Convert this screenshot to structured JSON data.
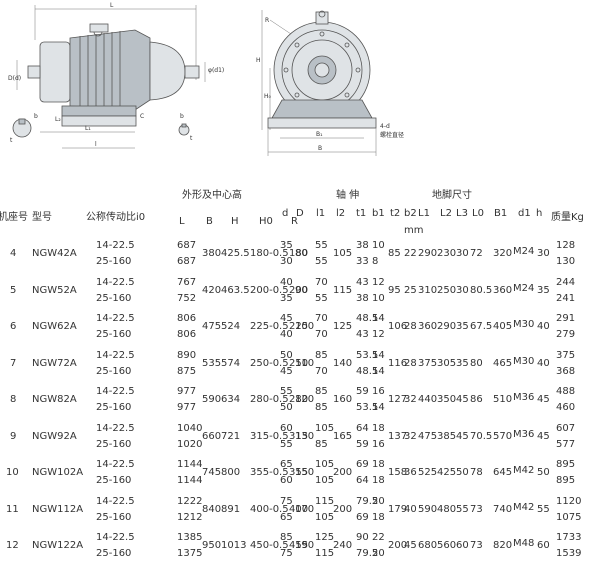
{
  "drawing_labels": {
    "L": "L",
    "L_sub": "L₁",
    "D": "D(d)",
    "phi": "φ(d1)",
    "H": "H",
    "H0": "H₀",
    "R": "R",
    "B": "B",
    "B1": "B₁",
    "four_d": "4-d",
    "bolt": "螺栓直径",
    "b": "b",
    "t": "t",
    "L2": "L₂",
    "L3": "L₃",
    "C": "C",
    "l": "l"
  },
  "table": {
    "group_headers": {
      "outline": "外形及中心高",
      "shaft": "轴 伸",
      "foot": "地脚尺寸",
      "unit": "mm"
    },
    "columns": [
      "机座号",
      "型号",
      "公称传动比i0",
      "L",
      "B",
      "H",
      "H0",
      "R",
      "d",
      "D",
      "l1",
      "l2",
      "t1",
      "b1",
      "t2",
      "b2",
      "L1",
      "L2",
      "L3",
      "L0",
      "B1",
      "d1",
      "h",
      "质量Kg"
    ],
    "rows": [
      {
        "frame": "4",
        "model": "NGW42A",
        "ratio": [
          "14-22.5",
          "25-160"
        ],
        "L": [
          "687",
          "687"
        ],
        "B": "380",
        "H": "425.5",
        "H0": "180-0.5",
        "R": "180",
        "d": [
          "35",
          "30"
        ],
        "D": "80",
        "l1": [
          "55",
          "55"
        ],
        "l2": "105",
        "t1": [
          "38",
          "33"
        ],
        "b1": [
          "10",
          "8"
        ],
        "t2": "85",
        "b2": "22",
        "L1": "290",
        "L2": "230",
        "L3": "30",
        "L0": "72",
        "B1": "320",
        "d1": "M24",
        "h": "30",
        "mass": [
          "128",
          "130"
        ]
      },
      {
        "frame": "5",
        "model": "NGW52A",
        "ratio": [
          "14-22.5",
          "25-160"
        ],
        "L": [
          "767",
          "752"
        ],
        "B": "420",
        "H": "463.5",
        "H0": "200-0.5",
        "R": "200",
        "d": [
          "40",
          "35"
        ],
        "D": "90",
        "l1": [
          "70",
          "55"
        ],
        "l2": "115",
        "t1": [
          "43",
          "38"
        ],
        "b1": [
          "12",
          "10"
        ],
        "t2": "95",
        "b2": "25",
        "L1": "310",
        "L2": "250",
        "L3": "30",
        "L0": "80.5",
        "B1": "360",
        "d1": "M24",
        "h": "35",
        "mass": [
          "244",
          "241"
        ]
      },
      {
        "frame": "6",
        "model": "NGW62A",
        "ratio": [
          "14-22.5",
          "25-160"
        ],
        "L": [
          "806",
          "806"
        ],
        "B": "475",
        "H": "524",
        "H0": "225-0.5",
        "R": "225",
        "d": [
          "45",
          "40"
        ],
        "D": "100",
        "l1": [
          "70",
          "70"
        ],
        "l2": "125",
        "t1": [
          "48.5",
          "43"
        ],
        "b1": [
          "14",
          "12"
        ],
        "t2": "106",
        "b2": "28",
        "L1": "360",
        "L2": "290",
        "L3": "35",
        "L0": "67.5",
        "B1": "405",
        "d1": "M30",
        "h": "40",
        "mass": [
          "291",
          "279"
        ]
      },
      {
        "frame": "7",
        "model": "NGW72A",
        "ratio": [
          "14-22.5",
          "25-160"
        ],
        "L": [
          "890",
          "875"
        ],
        "B": "535",
        "H": "574",
        "H0": "250-0.5",
        "R": "250",
        "d": [
          "50",
          "45"
        ],
        "D": "110",
        "l1": [
          "85",
          "70"
        ],
        "l2": "140",
        "t1": [
          "53.5",
          "48.5"
        ],
        "b1": [
          "14",
          "14"
        ],
        "t2": "116",
        "b2": "28",
        "L1": "375",
        "L2": "305",
        "L3": "35",
        "L0": "80",
        "B1": "465",
        "d1": "M30",
        "h": "40",
        "mass": [
          "375",
          "368"
        ]
      },
      {
        "frame": "8",
        "model": "NGW82A",
        "ratio": [
          "14-22.5",
          "25-160"
        ],
        "L": [
          "977",
          "977"
        ],
        "B": "590",
        "H": "634",
        "H0": "280-0.5",
        "R": "280",
        "d": [
          "55",
          "50"
        ],
        "D": "120",
        "l1": [
          "85",
          "85"
        ],
        "l2": "160",
        "t1": [
          "59",
          "53.5"
        ],
        "b1": [
          "16",
          "14"
        ],
        "t2": "127",
        "b2": "32",
        "L1": "440",
        "L2": "350",
        "L3": "45",
        "L0": "86",
        "B1": "510",
        "d1": "M36",
        "h": "45",
        "mass": [
          "488",
          "460"
        ]
      },
      {
        "frame": "9",
        "model": "NGW92A",
        "ratio": [
          "14-22.5",
          "25-160"
        ],
        "L": [
          "1040",
          "1020"
        ],
        "B": "660",
        "H": "721",
        "H0": "315-0.5",
        "R": "315",
        "d": [
          "60",
          "55"
        ],
        "D": "130",
        "l1": [
          "105",
          "85"
        ],
        "l2": "165",
        "t1": [
          "64",
          "59"
        ],
        "b1": [
          "18",
          "16"
        ],
        "t2": "137",
        "b2": "32",
        "L1": "475",
        "L2": "385",
        "L3": "45",
        "L0": "70.5",
        "B1": "570",
        "d1": "M36",
        "h": "45",
        "mass": [
          "607",
          "577"
        ]
      },
      {
        "frame": "10",
        "model": "NGW102A",
        "ratio": [
          "14-22.5",
          "25-160"
        ],
        "L": [
          "1144",
          "1144"
        ],
        "B": "745",
        "H": "800",
        "H0": "355-0.5",
        "R": "355",
        "d": [
          "65",
          "60"
        ],
        "D": "150",
        "l1": [
          "105",
          "105"
        ],
        "l2": "200",
        "t1": [
          "69",
          "64"
        ],
        "b1": [
          "18",
          "18"
        ],
        "t2": "158",
        "b2": "36",
        "L1": "525",
        "L2": "425",
        "L3": "50",
        "L0": "78",
        "B1": "645",
        "d1": "M42",
        "h": "50",
        "mass": [
          "895",
          "895"
        ]
      },
      {
        "frame": "11",
        "model": "NGW112A",
        "ratio": [
          "14-22.5",
          "25-160"
        ],
        "L": [
          "1222",
          "1212"
        ],
        "B": "840",
        "H": "891",
        "H0": "400-0.5",
        "R": "400",
        "d": [
          "75",
          "65"
        ],
        "D": "170",
        "l1": [
          "115",
          "105"
        ],
        "l2": "200",
        "t1": [
          "79.5",
          "69"
        ],
        "b1": [
          "20",
          "18"
        ],
        "t2": "179",
        "b2": "40",
        "L1": "590",
        "L2": "480",
        "L3": "55",
        "L0": "73",
        "B1": "740",
        "d1": "M42",
        "h": "55",
        "mass": [
          "1120",
          "1075"
        ]
      },
      {
        "frame": "12",
        "model": "NGW122A",
        "ratio": [
          "14-22.5",
          "25-160"
        ],
        "L": [
          "1385",
          "1375"
        ],
        "B": "950",
        "H": "1013",
        "H0": "450-0.5",
        "R": "455",
        "d": [
          "85",
          "75"
        ],
        "D": "190",
        "l1": [
          "125",
          "115"
        ],
        "l2": "240",
        "t1": [
          "90",
          "79.5"
        ],
        "b1": [
          "22",
          "20"
        ],
        "t2": "200",
        "b2": "45",
        "L1": "680",
        "L2": "560",
        "L3": "60",
        "L0": "73",
        "B1": "820",
        "d1": "M48",
        "h": "60",
        "mass": [
          "1733",
          "1539"
        ]
      }
    ]
  }
}
